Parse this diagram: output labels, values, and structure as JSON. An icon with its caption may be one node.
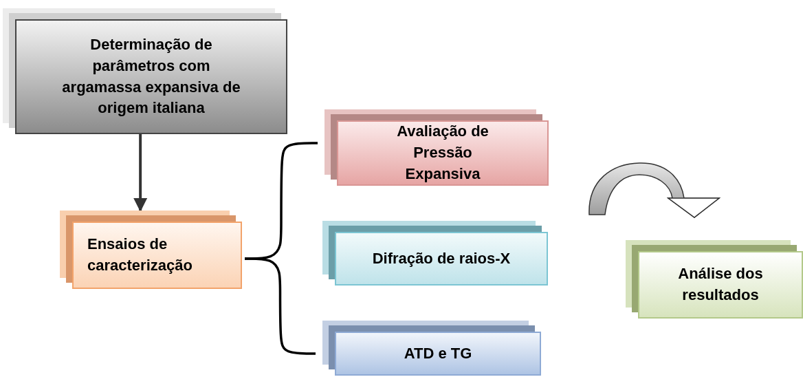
{
  "diagram": {
    "nodes": [
      {
        "text": [
          "Determinação de parâmetros com argamassa expansiva de origem italiana"
        ]
      },
      {
        "text": [
          "Ensaios de caracterização"
        ]
      },
      {
        "text": [
          "Avaliação de Pressão Expansiva"
        ]
      },
      {
        "text": [
          "Difração de raios-X"
        ]
      },
      {
        "text": [
          "ATD e TG"
        ]
      },
      {
        "text": [
          "Análise dos resultados"
        ]
      }
    ],
    "edges": [
      {
        "from": 0,
        "to": 1,
        "arrow": "to"
      },
      {
        "from": 1,
        "to": 2,
        "arrow": "none"
      },
      {
        "from": 1,
        "to": 4,
        "arrow": "none"
      }
    ]
  }
}
